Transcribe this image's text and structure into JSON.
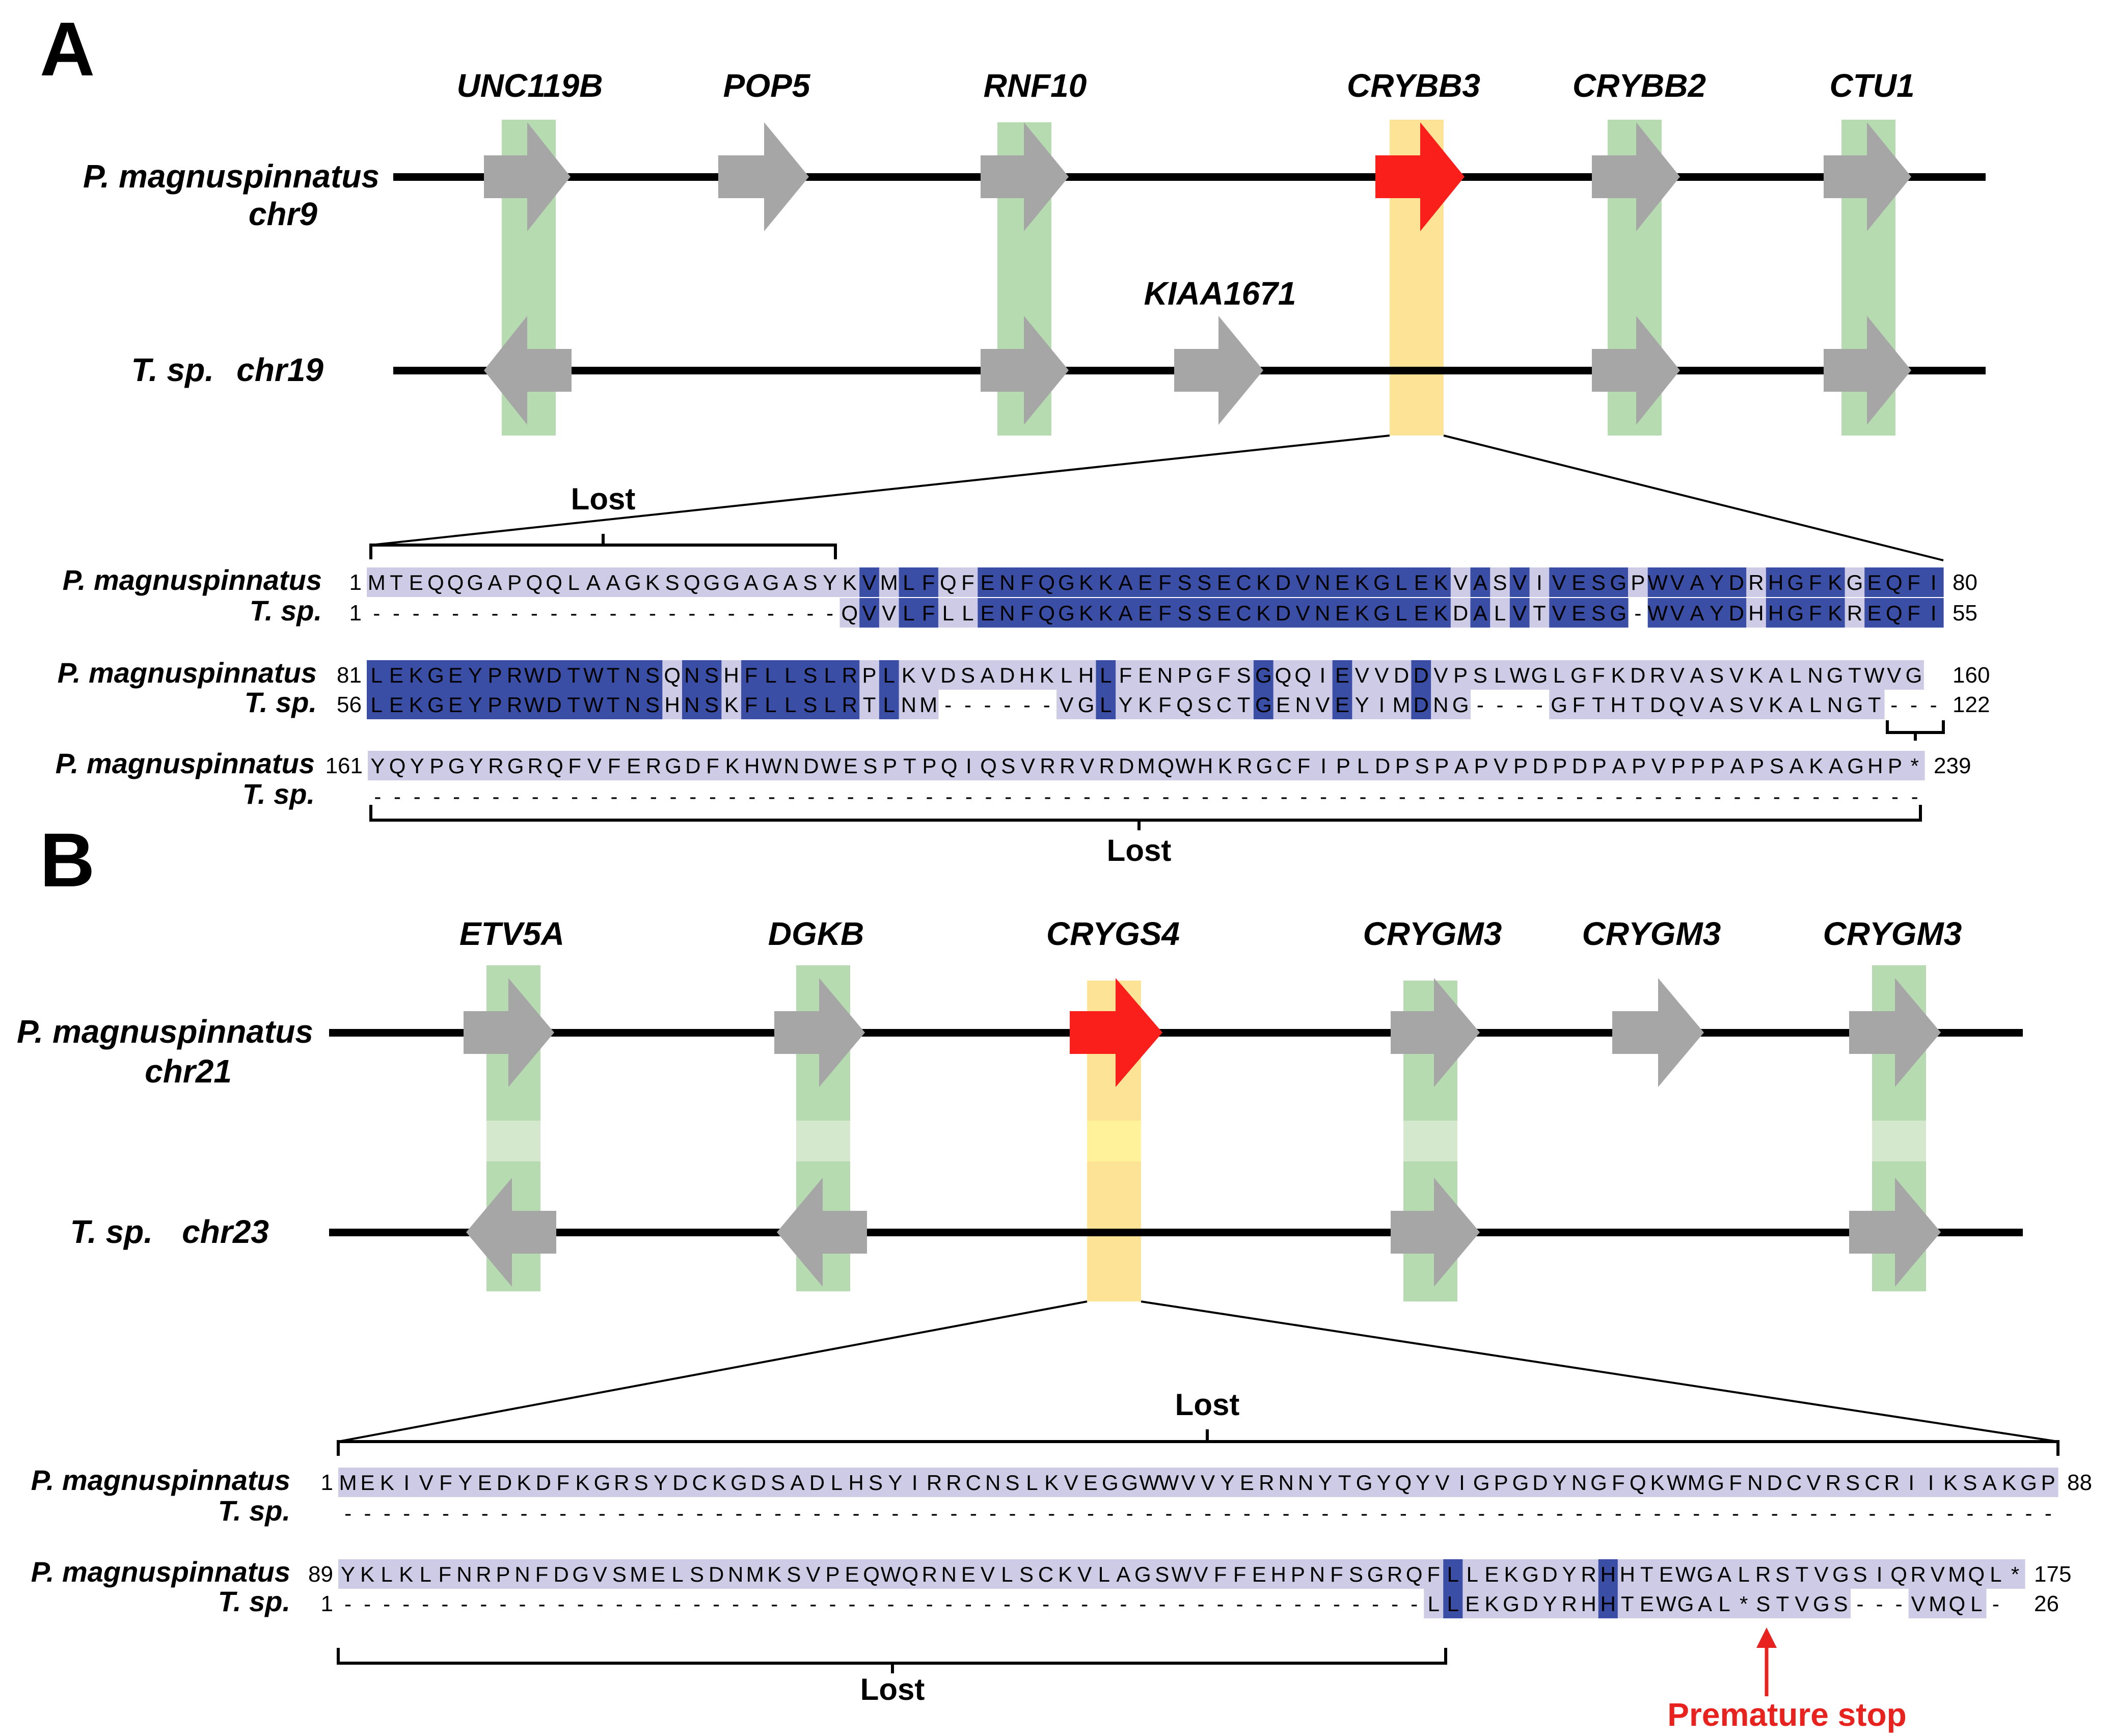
{
  "panels": [
    {
      "label": "A",
      "genes": [
        "UNC119B",
        "POP5",
        "RNF10",
        "CRYBB3",
        "CRYBB2",
        "CTU1",
        "KIAA1671"
      ],
      "chromosomes": [
        {
          "species": "P. magnuspinnatus",
          "chromosome": "chr9"
        },
        {
          "species": "T. sp.",
          "chromosome": "chr19"
        }
      ],
      "lost_labels": [
        "Lost",
        "Lost"
      ],
      "alignment_blocks": [
        {
          "rows": [
            {
              "species": "P. magnuspinnatus",
              "start": "1",
              "seq": "MTEQQGAPQQLAAGKSQGGAGASYKVMLFQFENFQGKKAEFSSECKDVNEKGLEKVASVIVESGPWVAYDRHGFKGEQFI",
              "end": "80"
            },
            {
              "species": "T. sp.",
              "start": "1",
              "seq": "------------------------QVVLFLLENFQGKKAEFSSECKDVNEKGLEKDALVTVESG-WVAYDHHGFKREQFI",
              "end": "55"
            }
          ]
        },
        {
          "rows": [
            {
              "species": "P. magnuspinnatus",
              "start": "81",
              "seq": "LEKGEYPRWDTWTNSQNSHFLLSLRPLKVDSADHKLHLFENPGFSGQQIEVVDDVPSLWGLGFKDRVASVKALNGTWVG",
              "end": "160"
            },
            {
              "species": "T. sp.",
              "start": "56",
              "seq": "LEKGEYPRWDTWTNSHNSKFLLSLRTLNM------VGLYKFQSCTGENVEYIMDNG----GFTHTDQVASVKALNGT---",
              "end": "122"
            }
          ]
        },
        {
          "rows": [
            {
              "species": "P. magnuspinnatus",
              "start": "161",
              "seq": "YQYPGYRGRQFVFERGDFKHWNDWESPTPQIQSVRRVRDMQWHKRGCFIPLDPSPAPVPDPDPAPVPPPAPSAKAGHP*",
              "end": "239"
            },
            {
              "species": "T. sp.",
              "start": "",
              "seq": "-------------------------------------------------------------------------------",
              "end": ""
            }
          ]
        }
      ]
    },
    {
      "label": "B",
      "genes": [
        "ETV5A",
        "DGKB",
        "CRYGS4",
        "CRYGM3",
        "CRYGM3",
        "CRYGM3"
      ],
      "chromosomes": [
        {
          "species": "P. magnuspinnatus",
          "chromosome": "chr21"
        },
        {
          "species": "T. sp.",
          "chromosome": "chr23"
        }
      ],
      "lost_labels": [
        "Lost",
        "Lost"
      ],
      "alignment_blocks": [
        {
          "rows": [
            {
              "species": "P. magnuspinnatus",
              "start": "1",
              "seq": "MEKIVFYEDKDFKGRSYDCKGDSADLHSYIRRCNSLKVEGGWWVVYERNNYTGYQYVIGPGDYNGFQKWMGFNDCVRSCRIIKSAKGP",
              "end": "88"
            },
            {
              "species": "T. sp.",
              "start": "",
              "seq": "----------------------------------------------------------------------------------------",
              "end": ""
            }
          ]
        },
        {
          "rows": [
            {
              "species": "P. magnuspinnatus",
              "start": "89",
              "seq": "YKLKLFNRPNFDGVSMELSDNMKSVPEQWQRNEVLSCKVLAGSWVFFEHPNFSGRQFLLEKGDYRHHTEWGALRSTVGSIQRVMQL*",
              "end": "175"
            },
            {
              "species": "T. sp.",
              "start": "1",
              "seq": "--------------------------------------------------------LLEKGDYRHHTEWGAL*STVGS---VMQL-",
              "end": "26"
            }
          ]
        }
      ],
      "annotation": "Premature stop"
    }
  ],
  "colors": {
    "conserved": "#3b4ea6",
    "unaligned": "#cdcbe6",
    "lost_gene": "#fb1f1c",
    "gene_arrow": "#a6a6a6",
    "synteny_green": "#b6dbb0",
    "synteny_yellow": "#fde395",
    "stop_annotation": "#e8231f"
  }
}
